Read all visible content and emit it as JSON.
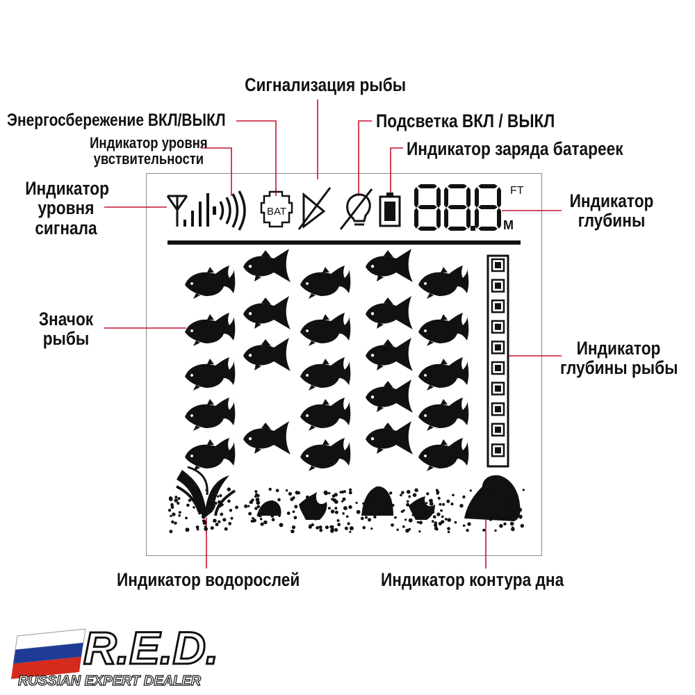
{
  "labels": {
    "fish_alarm": "Сигнализация рыбы",
    "power_save": "Энергосбережение ВКЛ/ВЫКЛ",
    "sensitivity": "Индикатор уровня\nувствительности",
    "backlight": "Подсветка ВКЛ / ВЫКЛ",
    "battery_charge": "Индикатор заряда батареек",
    "signal_level": "Индикатор\nуровня\nсигнала",
    "depth": "Индикатор\nглубины",
    "fish_icon": "Значок\nрыбы",
    "fish_depth": "Индикатор\nглубины рыбы",
    "seaweed": "Индикатор водорослей",
    "bottom_contour": "Индикатор контура дна"
  },
  "lcd": {
    "bat_text": "BAT",
    "digits": "88.8",
    "unit_ft": "FT",
    "unit_m": "M"
  },
  "logo": {
    "title": "R.E.D.",
    "subtitle": "RUSSIAN EXPERT DEALER",
    "flag_colors": [
      "#ffffff",
      "#1e3c96",
      "#d52b1e"
    ]
  },
  "colors": {
    "leader_line": "#c8102e",
    "segment": "#111111"
  },
  "icons": [
    "antenna-icon",
    "signal-bars-icon",
    "sensitivity-waves-icon",
    "bat-icon",
    "fish-alarm-off-icon",
    "backlight-off-icon",
    "battery-icon",
    "fish-icon",
    "seaweed-icon",
    "rock-icon"
  ]
}
